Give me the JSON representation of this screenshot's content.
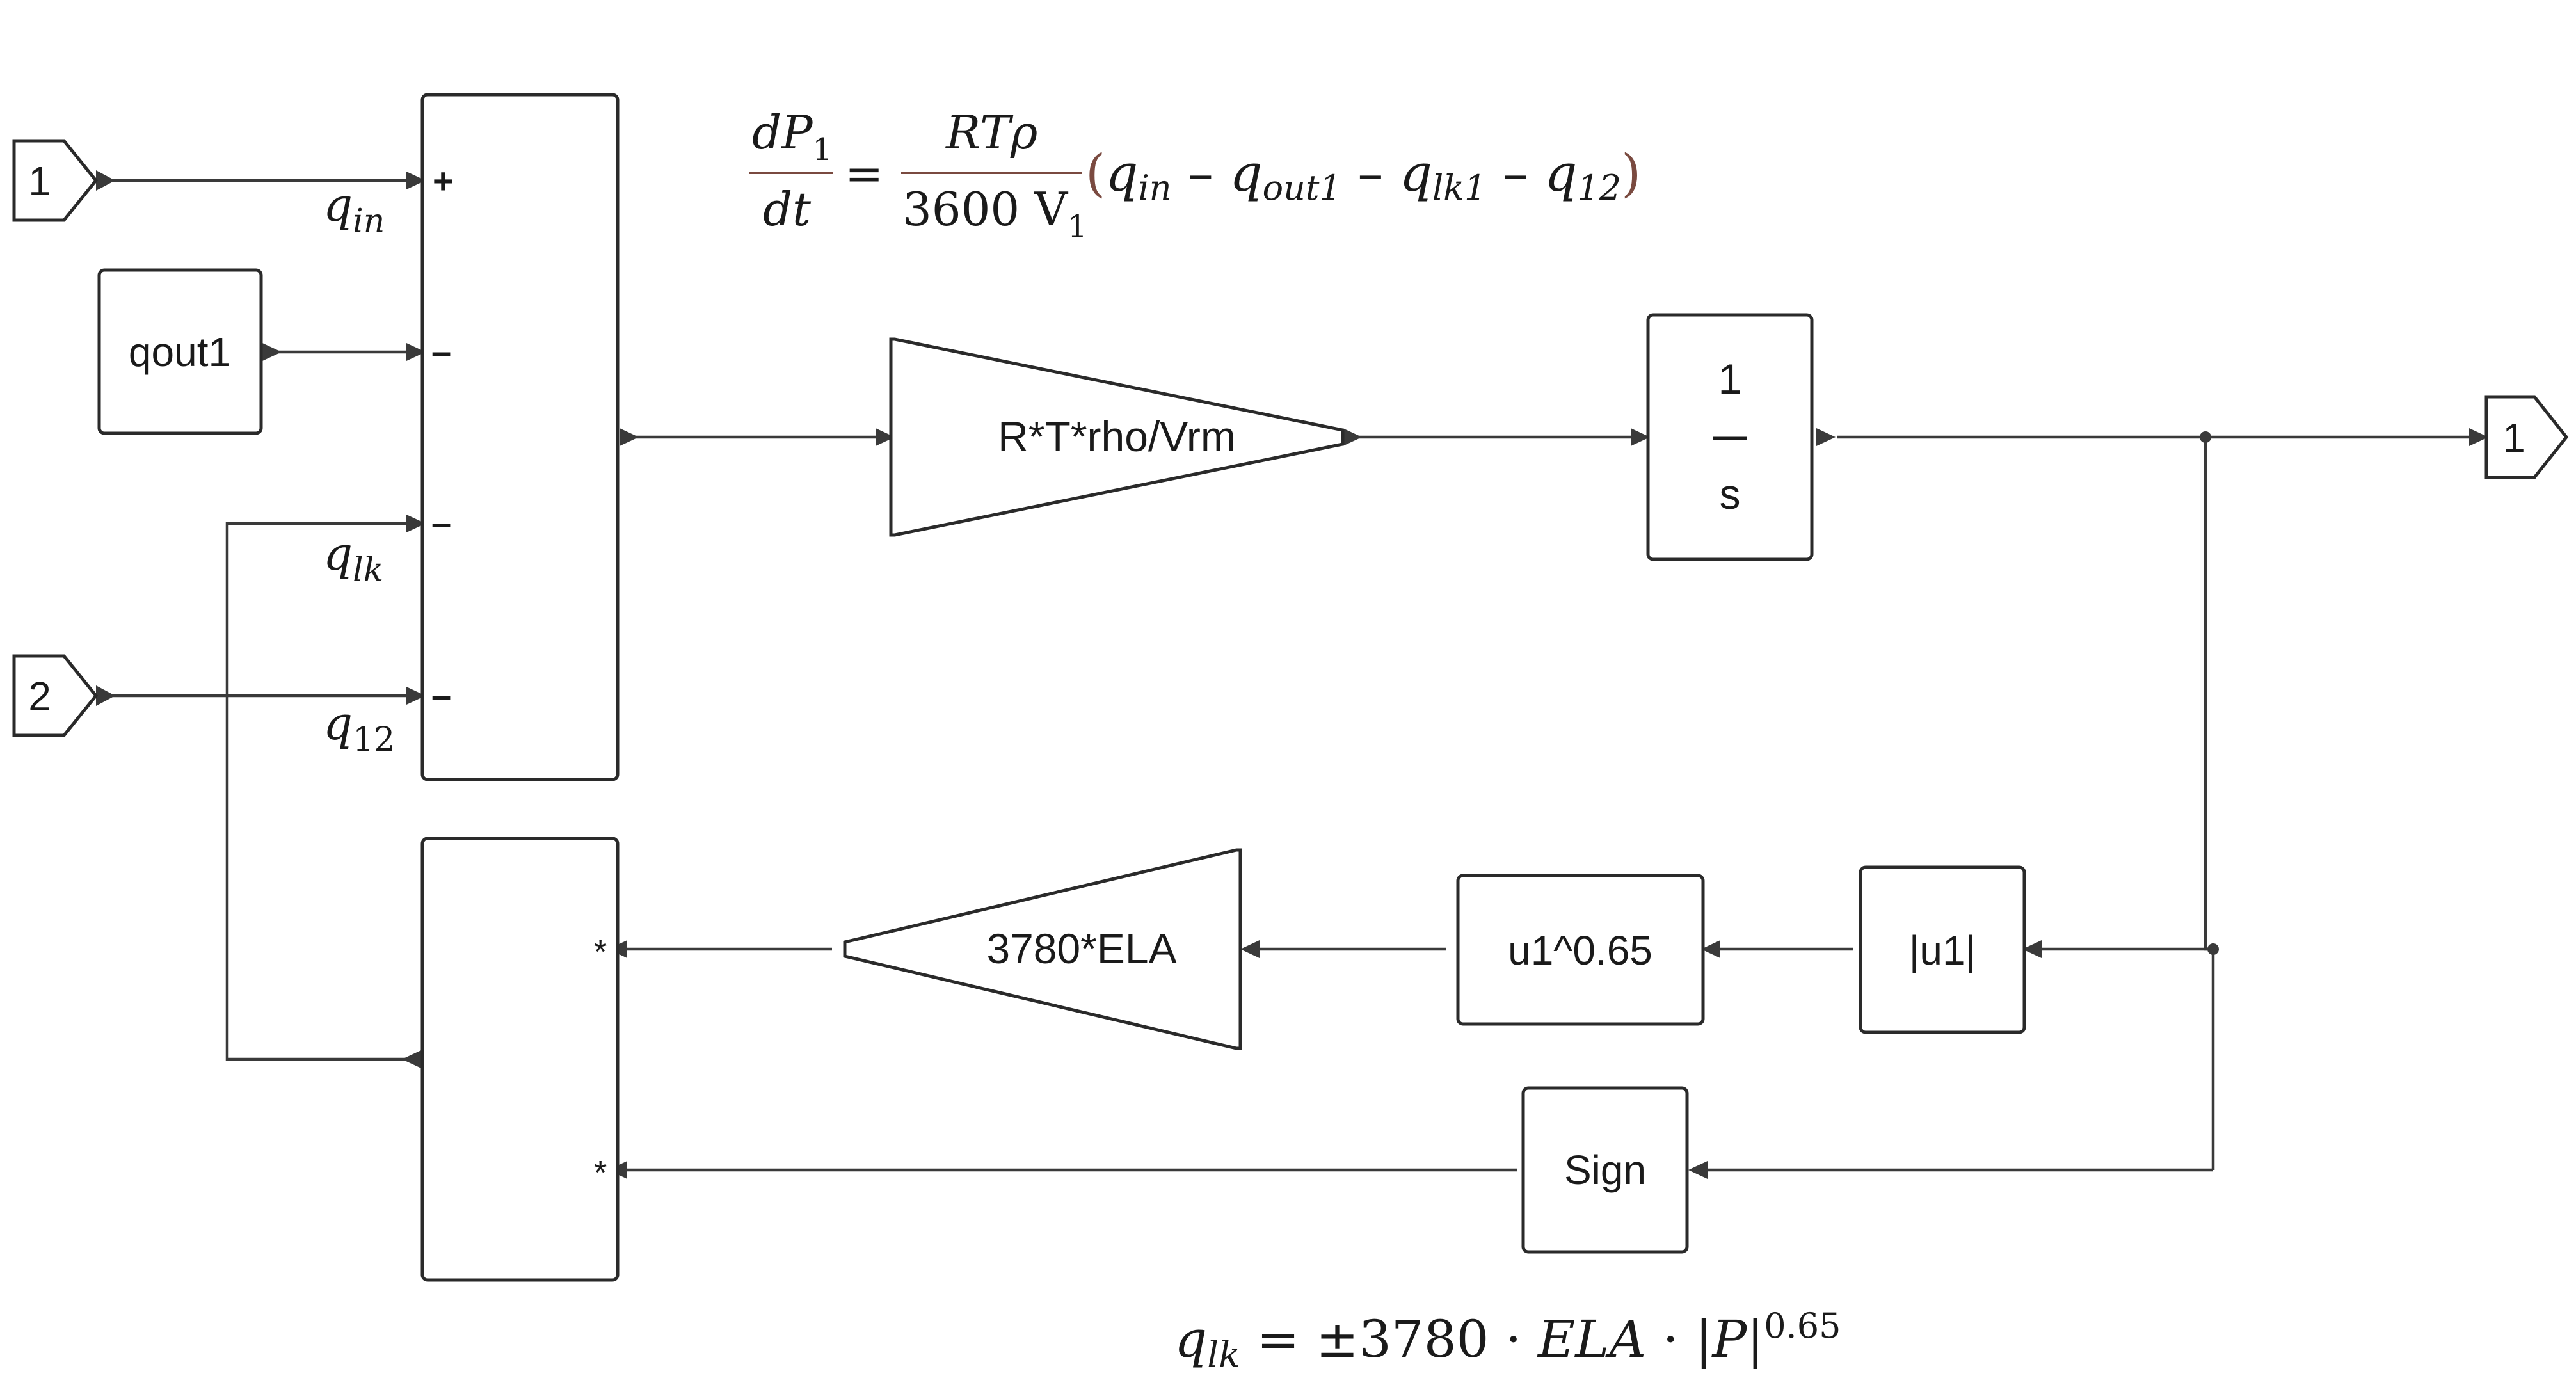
{
  "ports": {
    "in1": "1",
    "in2": "2",
    "out1": "1"
  },
  "blocks": {
    "qout1": "qout1",
    "gain_forward": "R*T*rho/Vrm",
    "integrator_num": "1",
    "integrator_den": "s",
    "abs": "|u1|",
    "pow": "u1^0.65",
    "gain_leak": "3780*ELA",
    "sign": "Sign"
  },
  "sum_signs": [
    "+",
    "–",
    "–",
    "–"
  ],
  "product_signs": [
    "*",
    "*"
  ],
  "signal_labels": {
    "qin": {
      "base": "q",
      "sub": "in"
    },
    "qlk": {
      "base": "q",
      "sub": "lk"
    },
    "q12": {
      "base": "q",
      "sub": "12"
    }
  },
  "equation_top": {
    "lhs_num": "dP",
    "lhs_num_sub": "1",
    "lhs_den": "dt",
    "equals": "=",
    "rhs_num": "RTρ",
    "rhs_den": "3600 V",
    "rhs_den_sub": "1",
    "open_paren": "(",
    "close_paren": ")",
    "t1_base": "q",
    "t1_sub": "in",
    "minus1": " – ",
    "t2_base": "q",
    "t2_sub": "out1",
    "minus2": " – ",
    "t3_base": "q",
    "t3_sub": "lk1",
    "minus3": " – ",
    "t4_base": "q",
    "t4_sub": "12"
  },
  "equation_bottom": {
    "lhs_base": "q",
    "lhs_sub": "lk",
    "rhs1": " = ±3780 · ",
    "rhs_ela": "ELA",
    "rhs2": " · |",
    "rhs_p": "P",
    "rhs3": "|",
    "exponent": "0.65"
  },
  "colors": {
    "line": "#3a3a3a",
    "block_border": "#2a2a2a",
    "paren": "#7a4a40"
  }
}
